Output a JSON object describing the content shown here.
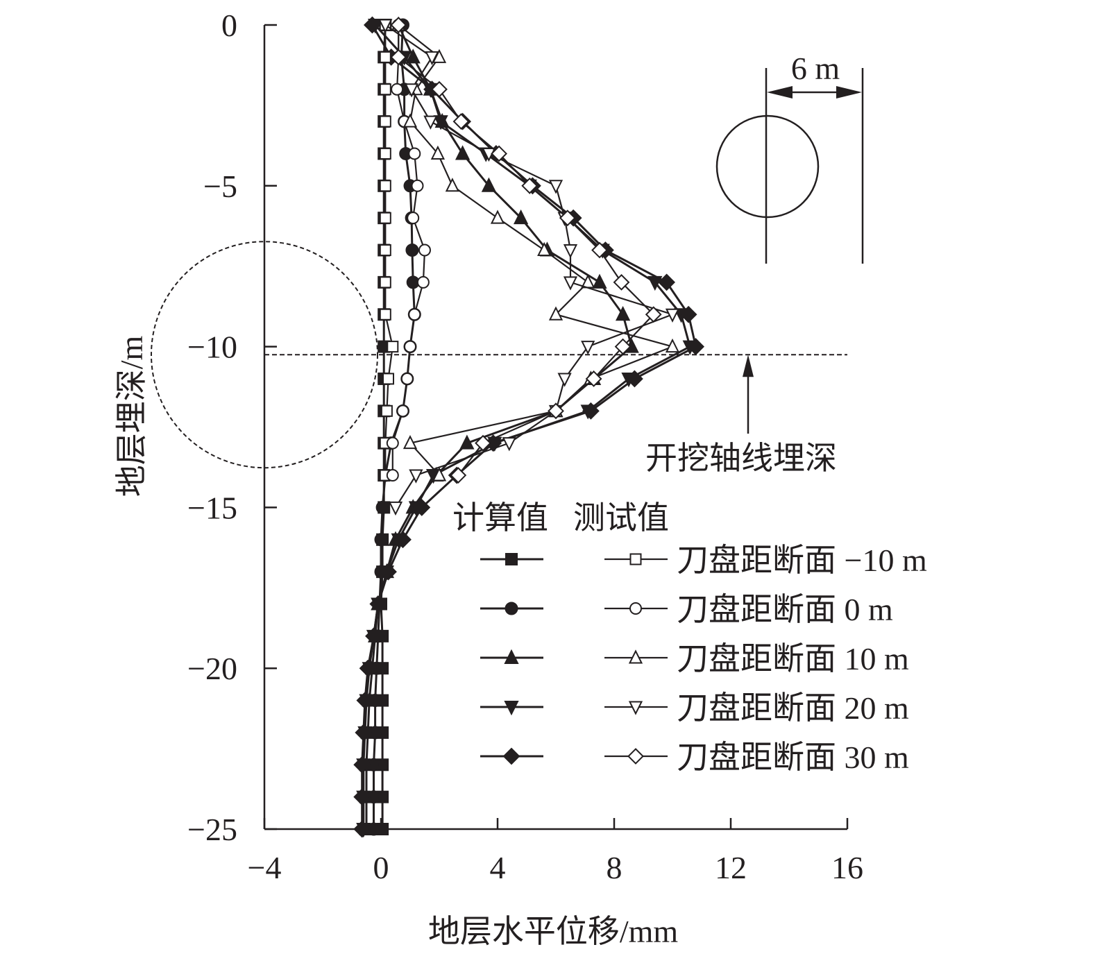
{
  "chart_data": {
    "type": "line",
    "xlabel": "地层水平位移/mm",
    "ylabel": "地层埋深/m",
    "xlim": [
      -4,
      16
    ],
    "ylim": [
      -25,
      0
    ],
    "xticks": [
      "−4",
      "0",
      "4",
      "8",
      "12",
      "16"
    ],
    "xtick_values": [
      -4,
      0,
      4,
      8,
      12,
      16
    ],
    "yticks": [
      "0",
      "−5",
      "−10",
      "−15",
      "−20",
      "−25"
    ],
    "ytick_values": [
      0,
      -5,
      -10,
      -15,
      -20,
      -25
    ],
    "grid": false,
    "legend": {
      "placement": "bottom-right",
      "header_computed": "计算值",
      "header_measured": "测试值",
      "labels": [
        "刀盘距断面 −10 m",
        "刀盘距断面 0 m",
        "刀盘距断面 10 m",
        "刀盘距断面 20 m",
        "刀盘距断面 30 m"
      ]
    },
    "annotations": {
      "axis_depth_label": "开挖轴线埋深",
      "axis_depth_value": -10.25,
      "inset_dimension": "6 m"
    },
    "depths": [
      0,
      -1,
      -2,
      -3,
      -4,
      -5,
      -6,
      -7,
      -8,
      -9,
      -10,
      -11,
      -12,
      -13,
      -14,
      -15,
      -16,
      -17,
      -18,
      -19,
      -20,
      -21,
      -22,
      -23,
      -24,
      -25
    ],
    "series": [
      {
        "name": "刀盘距断面 −10 m 计算值",
        "marker": "square",
        "filled": true,
        "values": [
          0.15,
          0.1,
          0.1,
          0.1,
          0.1,
          0.1,
          0.1,
          0.1,
          0.1,
          0.1,
          0.1,
          0.1,
          0.1,
          0.1,
          0.1,
          0.1,
          0.05,
          0.05,
          0,
          0.05,
          0.05,
          0.05,
          0.05,
          0.05,
          0.05,
          0.05
        ]
      },
      {
        "name": "刀盘距断面 0 m 计算值",
        "marker": "circle",
        "filled": true,
        "values": [
          0.75,
          0.7,
          0.8,
          0.8,
          0.85,
          1.0,
          1.05,
          1.07,
          1.1,
          1.15,
          1.0,
          0.9,
          0.75,
          0.35,
          0.15,
          0.05,
          0,
          0,
          -0.05,
          -0.1,
          -0.15,
          -0.2,
          -0.2,
          -0.25,
          -0.25,
          -0.25
        ]
      },
      {
        "name": "刀盘距断面 10 m 计算值",
        "marker": "triangle-up",
        "filled": true,
        "values": [
          0.6,
          1.1,
          1.7,
          2.1,
          2.8,
          3.7,
          4.8,
          5.7,
          7.5,
          8.3,
          8.6,
          7.3,
          6.0,
          2.95,
          1.9,
          1.1,
          0.5,
          0.2,
          -0.1,
          -0.2,
          -0.3,
          -0.4,
          -0.45,
          -0.5,
          -0.5,
          -0.5
        ]
      },
      {
        "name": "刀盘距断面 20 m 计算值",
        "marker": "triangle-down",
        "filled": true,
        "values": [
          -0.2,
          0.8,
          1.7,
          2.05,
          3.6,
          5.1,
          6.4,
          7.6,
          9.4,
          10.3,
          10.6,
          8.5,
          7.1,
          3.9,
          1.8,
          1.2,
          0.6,
          0.2,
          -0.1,
          -0.25,
          -0.4,
          -0.5,
          -0.55,
          -0.6,
          -0.6,
          -0.6
        ]
      },
      {
        "name": "刀盘距断面 30 m 计算值",
        "marker": "diamond",
        "filled": true,
        "values": [
          -0.3,
          0.35,
          1.75,
          2.8,
          3.95,
          5.2,
          6.6,
          7.7,
          9.8,
          10.55,
          10.8,
          8.7,
          7.2,
          3.85,
          2.6,
          1.4,
          0.75,
          0.25,
          -0.1,
          -0.25,
          -0.45,
          -0.55,
          -0.6,
          -0.65,
          -0.65,
          -0.65
        ]
      },
      {
        "name": "刀盘距断面 −10 m 测试值",
        "marker": "square",
        "filled": false,
        "values": [
          0.15,
          0.15,
          0.15,
          0.15,
          0.15,
          0.15,
          0.15,
          0.15,
          0.15,
          0.15,
          0.4,
          0.25,
          0.2,
          0.15,
          0.15
        ]
      },
      {
        "name": "刀盘距断面 0 m 测试值",
        "marker": "circle",
        "filled": false,
        "values": [
          0.6,
          0.6,
          0.55,
          0.8,
          1.15,
          1.25,
          1.1,
          1.5,
          1.45,
          1.15,
          1.0,
          0.9,
          0.75,
          0.4,
          0.4
        ]
      },
      {
        "name": "刀盘距断面 10 m 测试值",
        "marker": "triangle-up",
        "filled": false,
        "values": [
          0.6,
          2.0,
          1.2,
          1.0,
          1.95,
          2.45,
          4.0,
          5.6,
          7.1,
          6.0,
          10.0,
          7.2,
          6.0,
          1.0,
          2.0
        ]
      },
      {
        "name": "刀盘距断面 20 m 测试值",
        "marker": "triangle-down",
        "filled": false,
        "values": [
          0.15,
          1.75,
          1.05,
          1.7,
          3.7,
          6.0,
          6.3,
          6.5,
          6.5,
          10.0,
          7.1,
          6.3,
          6.0,
          4.4,
          1.2,
          0.5
        ]
      },
      {
        "name": "刀盘距断面 30 m 测试值",
        "marker": "diamond",
        "filled": false,
        "values": [
          0.6,
          0.6,
          2.0,
          2.75,
          4.05,
          5.1,
          6.4,
          7.5,
          8.25,
          9.35,
          8.3,
          7.3,
          6.0,
          3.5,
          2.65
        ]
      }
    ]
  }
}
